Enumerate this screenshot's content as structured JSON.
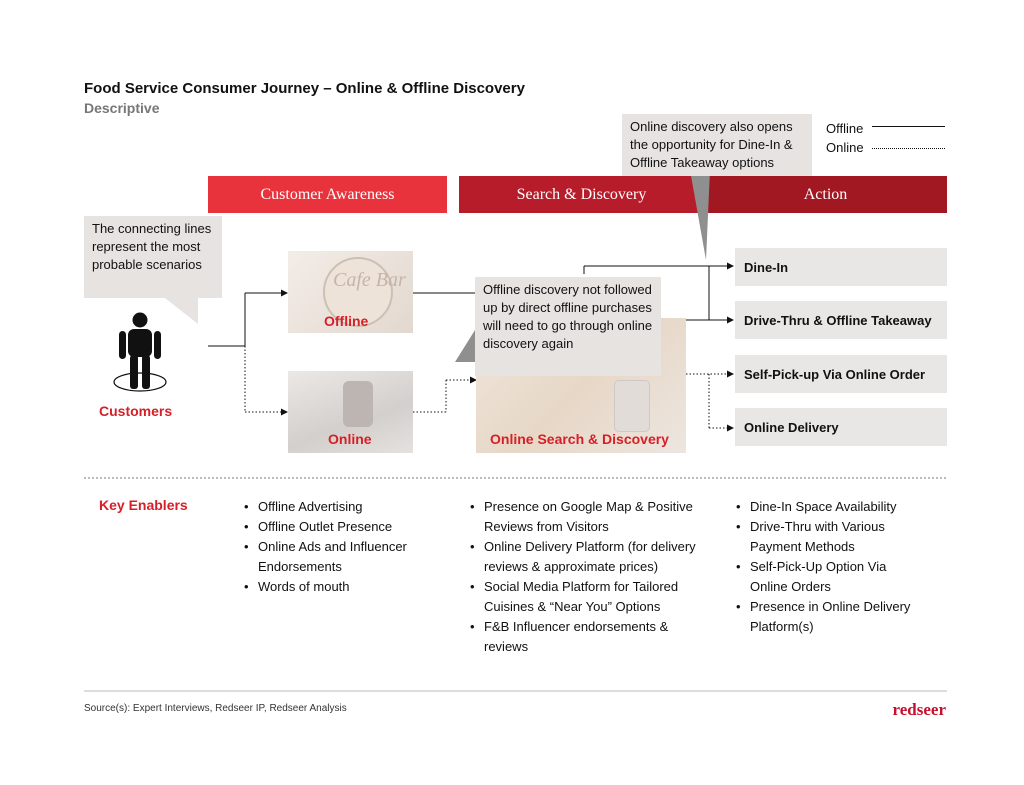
{
  "header": {
    "title": "Food Service Consumer Journey – Online & Offline Discovery",
    "subtitle": "Descriptive"
  },
  "legend": {
    "offline": "Offline",
    "online": "Online"
  },
  "stages": [
    {
      "label": "Customer Awareness",
      "color": "#e8323c"
    },
    {
      "label": "Search & Discovery",
      "color": "#b71c2a"
    },
    {
      "label": "Action",
      "color": "#a11722"
    }
  ],
  "callouts": {
    "connecting_lines": "The connecting lines represent the most probable scenarios",
    "online_discovery": "Online discovery also opens the opportunity for Dine-In & Offline Takeaway options",
    "offline_discovery": "Offline discovery not followed up by direct offline purchases will need to go through online discovery again"
  },
  "customers_label": "Customers",
  "channels": {
    "offline": "Offline",
    "online": "Online",
    "search": "Online Search & Discovery"
  },
  "image_text": {
    "cafe_sign": "Cafe Bar"
  },
  "actions": [
    "Dine-In",
    "Drive-Thru & Offline Takeaway",
    "Self-Pick-up Via Online Order",
    "Online Delivery"
  ],
  "enablers": {
    "title": "Key Enablers",
    "col1": [
      "Offline Advertising",
      "Offline Outlet Presence",
      "Online Ads and Influencer Endorsements",
      "Words of mouth"
    ],
    "col2": [
      "Presence on Google Map & Positive Reviews from Visitors",
      "Online Delivery Platform (for delivery reviews & approximate prices)",
      "Social Media Platform for Tailored Cuisines & “Near You” Options",
      "F&B Influencer endorsements & reviews"
    ],
    "col3": [
      "Dine-In Space Availability",
      "Drive-Thru with Various Payment Methods",
      "Self-Pick-Up Option Via Online Orders",
      "Presence in Online Delivery Platform(s)"
    ]
  },
  "footer": {
    "source": "Source(s): Expert Interviews, Redseer IP, Redseer Analysis",
    "logo": "redseer"
  },
  "colors": {
    "accent_red": "#d61f26",
    "callout_gray": "#e6e3e1"
  }
}
